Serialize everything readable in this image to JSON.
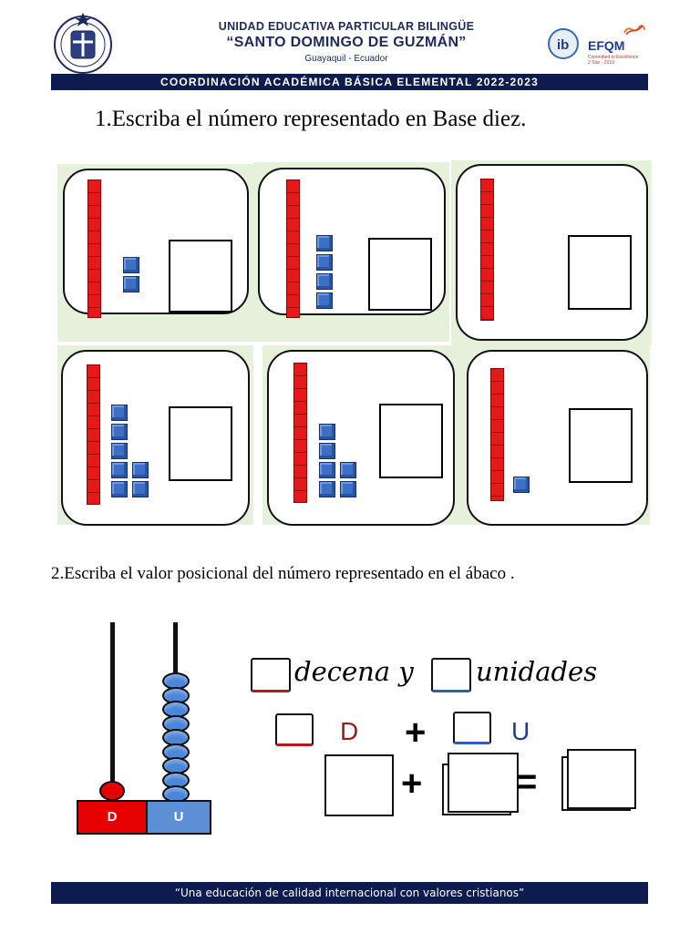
{
  "header": {
    "line1": "UNIDAD EDUCATIVA PARTICULAR BILINGÜE",
    "line2": "“SANTO DOMINGO DE GUZMÁN”",
    "line3": "Guayaquil - Ecuador",
    "coordination": "COORDINACIÓN ACADÉMICA BÁSICA ELEMENTAL  2022-2023",
    "ib_logo_text": "ib",
    "efqm_name": "EFQM",
    "efqm_line1": "Committed to Excellence",
    "efqm_line2": "2 Star - 2019",
    "colors": {
      "navy": "#0d1b4e",
      "text_navy": "#1e2a5e",
      "rod_red": "#e41a1a",
      "cube_blue": "#3d6fc4",
      "card_bg": "#e6f1dc"
    }
  },
  "question1": {
    "title": "1.Escriba el número representado en Base diez.",
    "cards": [
      {
        "tens": 1,
        "units": 2
      },
      {
        "tens": 1,
        "units": 4
      },
      {
        "tens": 1,
        "units": 0
      },
      {
        "tens": 1,
        "units": 7
      },
      {
        "tens": 1,
        "units": 6
      },
      {
        "tens": 1,
        "units": 1
      }
    ]
  },
  "question2": {
    "title": "2.Escriba el valor posicional del número representado en el ábaco .",
    "abacus": {
      "tens_label": "D",
      "units_label": "U",
      "tens_beads": 1,
      "units_beads": 9,
      "tens_color": "#e60000",
      "units_color": "#4c86d8"
    },
    "sentence": {
      "word1": "decena y",
      "word2": "unidades"
    },
    "place_row": {
      "d_label": "D",
      "plus": "+",
      "u_label": "U"
    },
    "sum_row": {
      "plus": "+",
      "equals": "="
    }
  },
  "footer": {
    "motto": "“Una educación de calidad internacional con valores cristianos”"
  }
}
